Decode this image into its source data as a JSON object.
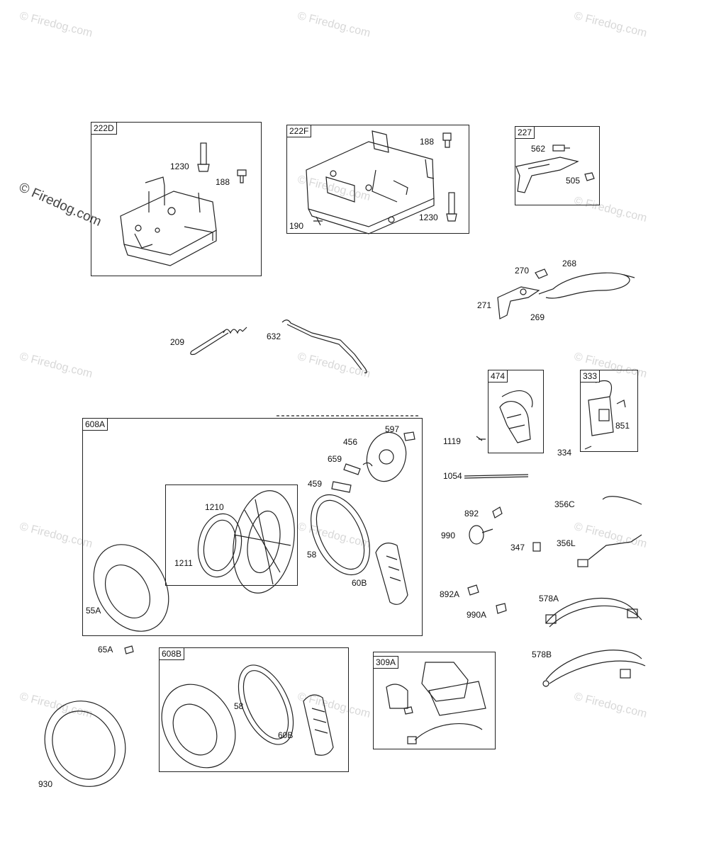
{
  "watermark": "© Firedog.com",
  "side_watermark": "© Firedog.com",
  "boxes": {
    "b222D": "222D",
    "b222F": "222F",
    "b227": "227",
    "b474": "474",
    "b333": "333",
    "b608A": "608A",
    "b608B": "608B",
    "b309A": "309A"
  },
  "parts": {
    "p1230a": "1230",
    "p188a": "188",
    "p188b": "188",
    "p190": "190",
    "p1230b": "1230",
    "p562": "562",
    "p505": "505",
    "p270": "270",
    "p268": "268",
    "p271": "271",
    "p269": "269",
    "p209": "209",
    "p632": "632",
    "p1119": "1119",
    "p851": "851",
    "p334": "334",
    "p597": "597",
    "p456": "456",
    "p659": "659",
    "p459": "459",
    "p1210": "1210",
    "p1211": "1211",
    "p58a": "58",
    "p60Ba": "60B",
    "p55A": "55A",
    "p1054": "1054",
    "p892": "892",
    "p990": "990",
    "p347": "347",
    "p356C": "356C",
    "p356L": "356L",
    "p892A": "892A",
    "p990A": "990A",
    "p578A": "578A",
    "p578B": "578B",
    "p65A": "65A",
    "p58b": "58",
    "p60Bb": "60B",
    "p930": "930"
  }
}
